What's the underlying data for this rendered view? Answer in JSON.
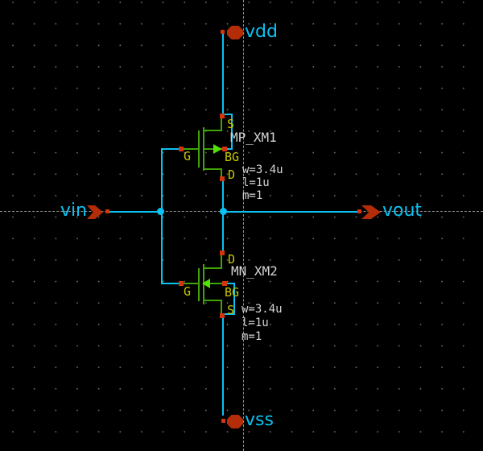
{
  "app": {
    "description": "xschem CMOS inverter schematic"
  },
  "colors": {
    "background": "#000000",
    "wire_cyan": "#0ac2f2",
    "symbol_green": "#3fa505",
    "bulk_arrow_green": "#55e00a",
    "pin_red": "#b22d08",
    "pad_red": "#d4350f",
    "label_yellow": "#c8c800",
    "text_gray": "#d4d4d4",
    "grid_dot": "#777777",
    "crosshair_gray": "#909090"
  },
  "nets": {
    "vdd": "vdd",
    "vss": "vss",
    "vin": "vin",
    "vout": "vout"
  },
  "pmos": {
    "name": "MP_XM1",
    "pins": {
      "s": "S",
      "g": "G",
      "bg": "BG",
      "d": "D"
    },
    "params": [
      "w=3.4u",
      "l=1u",
      "m=1"
    ]
  },
  "nmos": {
    "name": "MN_XM2",
    "pins": {
      "d": "D",
      "g": "G",
      "bg": "BG",
      "s": "S"
    },
    "params": [
      "w=3.4u",
      "l=1u",
      "m=1"
    ]
  }
}
